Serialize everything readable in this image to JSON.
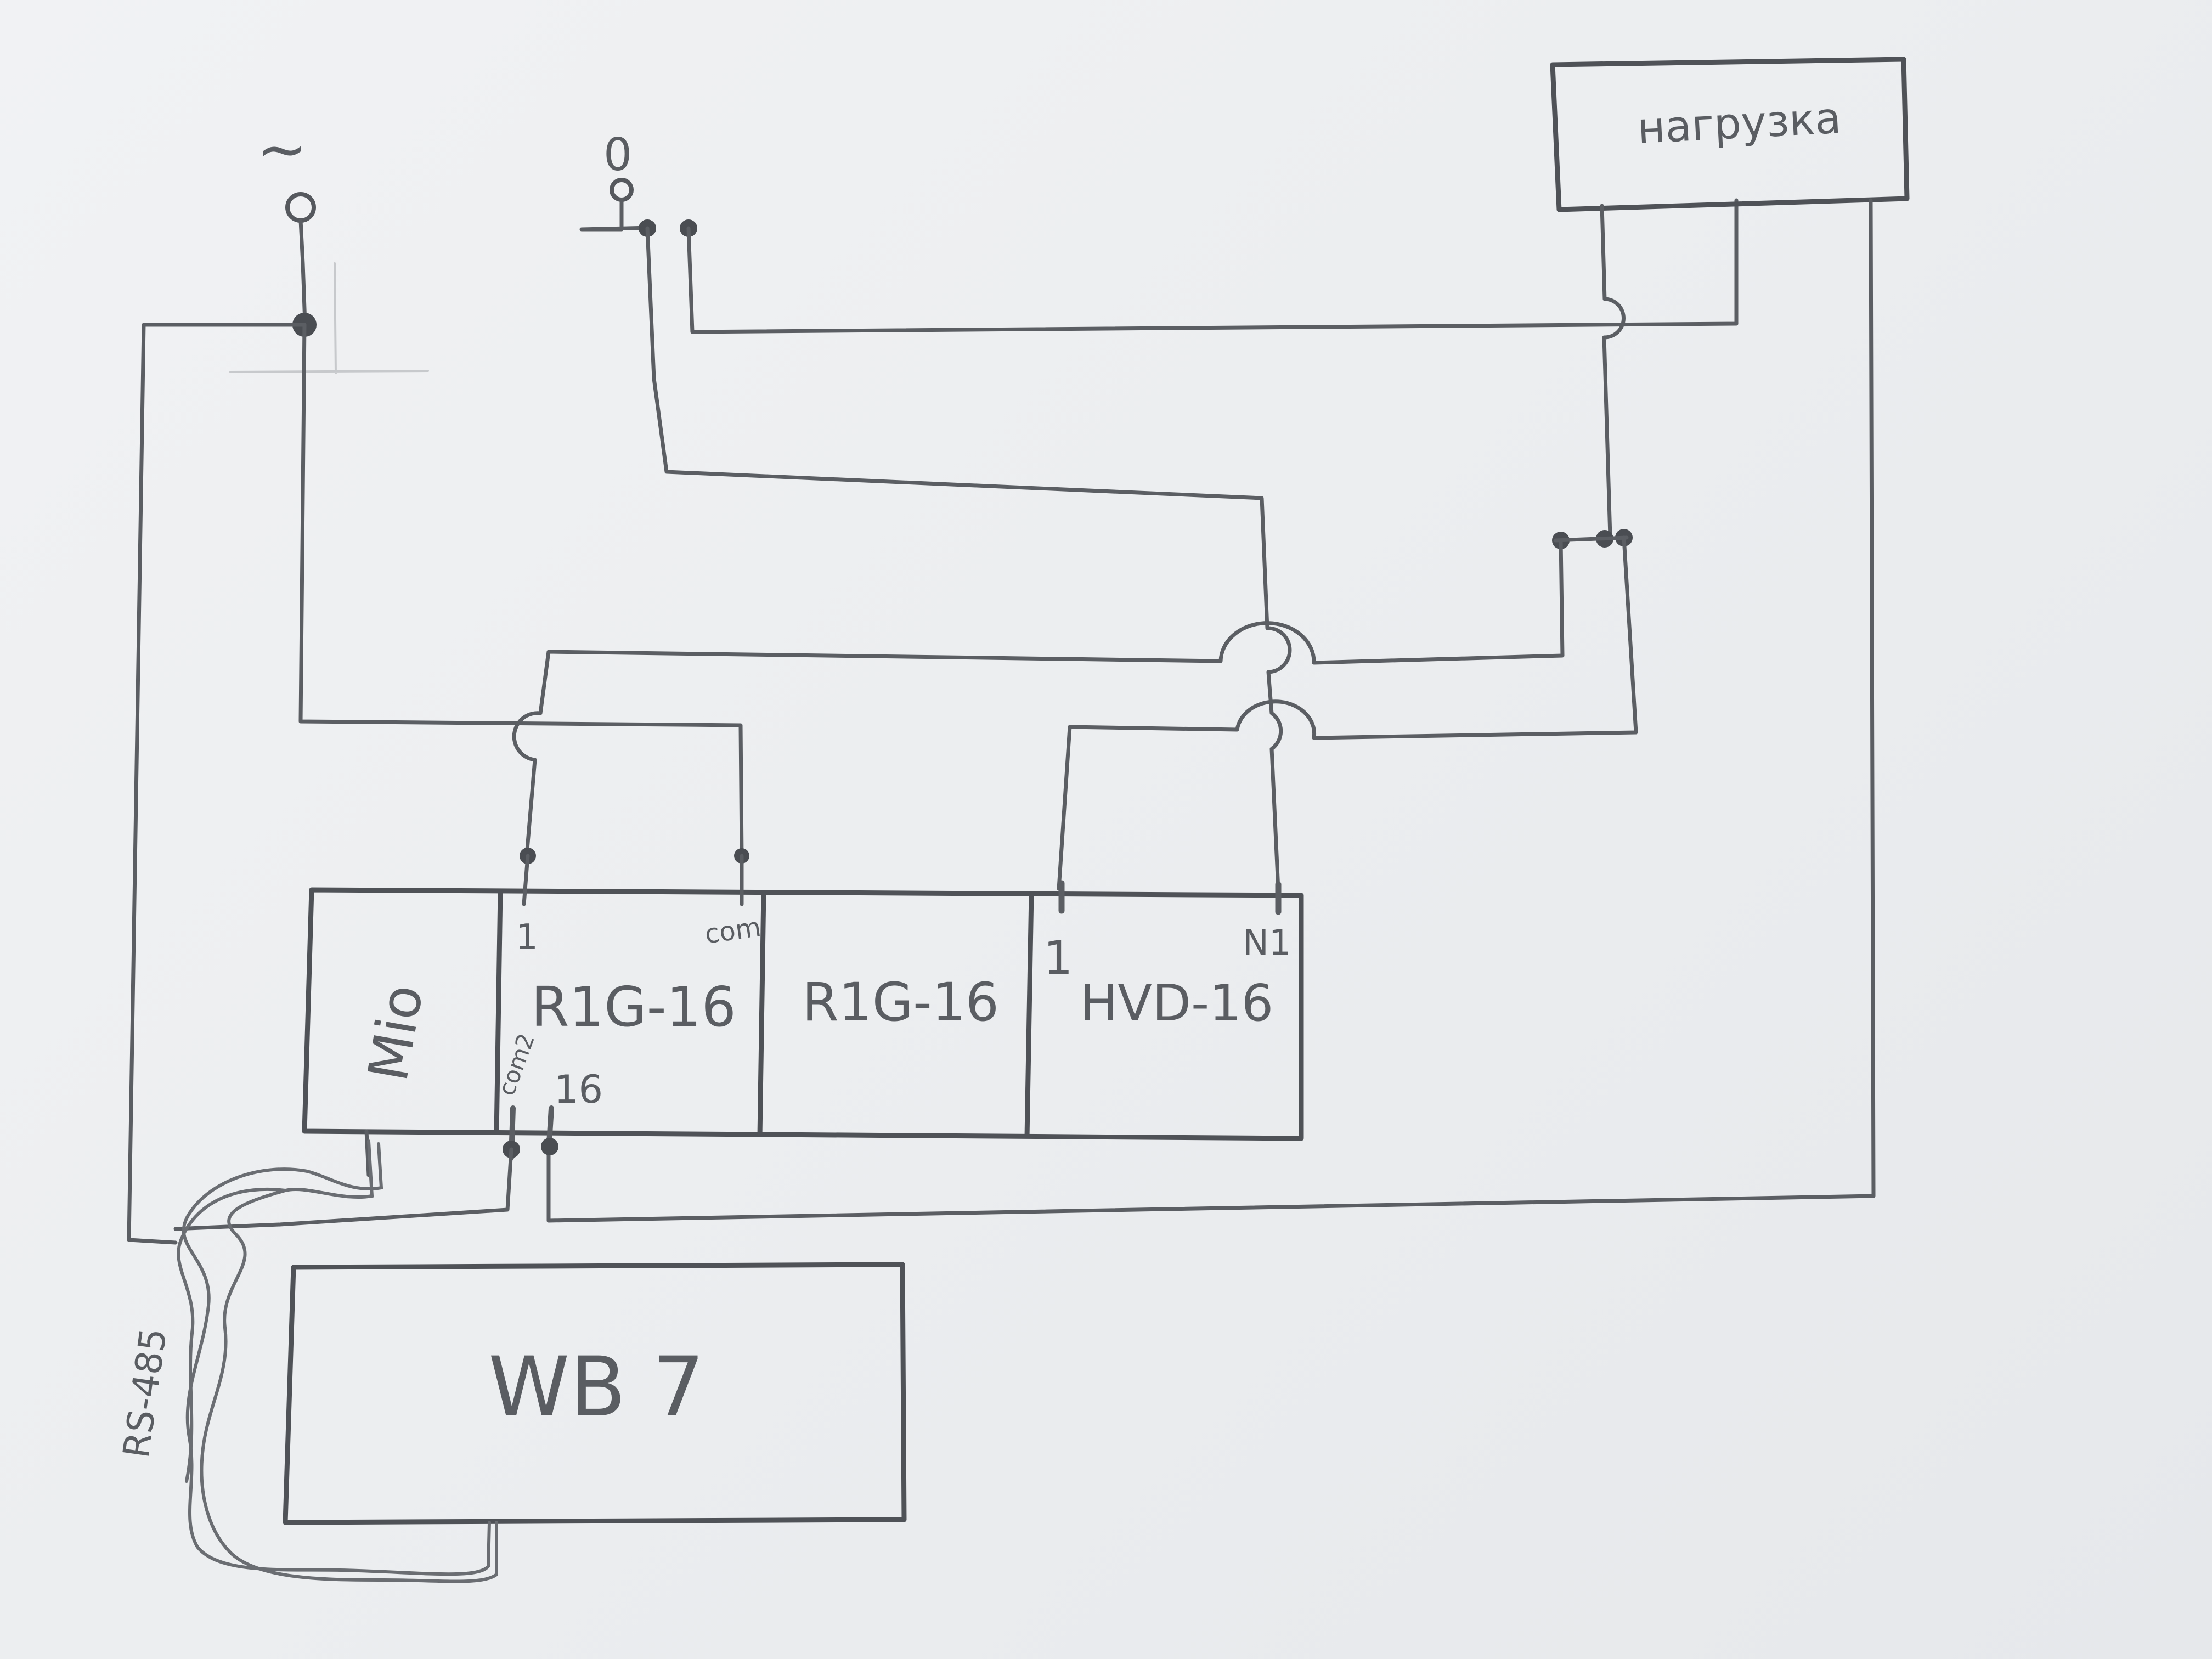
{
  "terminals": {
    "phase_symbol": "~",
    "neutral_symbol": "0"
  },
  "load": {
    "label": "нагрузка"
  },
  "modules": [
    {
      "id": "mio",
      "label": "Mio"
    },
    {
      "id": "r1g16_a",
      "label": "R1G-16",
      "pin_top_left": "1",
      "pin_top_right": "com",
      "pin_bottom_left": "com2",
      "pin_bottom_right": "16"
    },
    {
      "id": "r1g16_b",
      "label": "R1G-16"
    },
    {
      "id": "hvd16",
      "label": "HVD-16",
      "pin_top_left": "1",
      "pin_top_right": "N1"
    }
  ],
  "controller": {
    "label": "WB 7"
  },
  "bus": {
    "label": "RS-485"
  }
}
